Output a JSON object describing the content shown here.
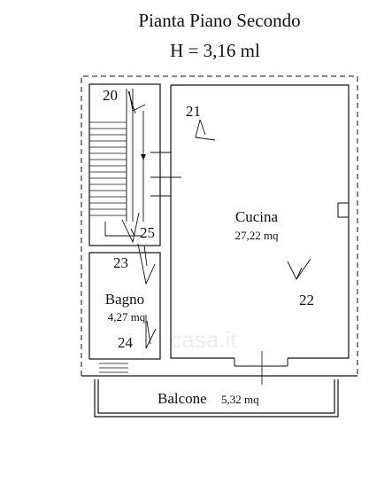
{
  "header": {
    "title": "Pianta Piano Secondo",
    "height_label": "H = 3,16 ml"
  },
  "rooms": {
    "kitchen": {
      "name": "Cucina",
      "area": "27,22 mq"
    },
    "bathroom": {
      "name": "Bagno",
      "area": "4,27 mq"
    },
    "balcony": {
      "name": "Balcone",
      "area": "5,32 mq"
    }
  },
  "photo_points": [
    "20",
    "21",
    "22",
    "23",
    "24",
    "25"
  ],
  "watermark": "casa.it"
}
